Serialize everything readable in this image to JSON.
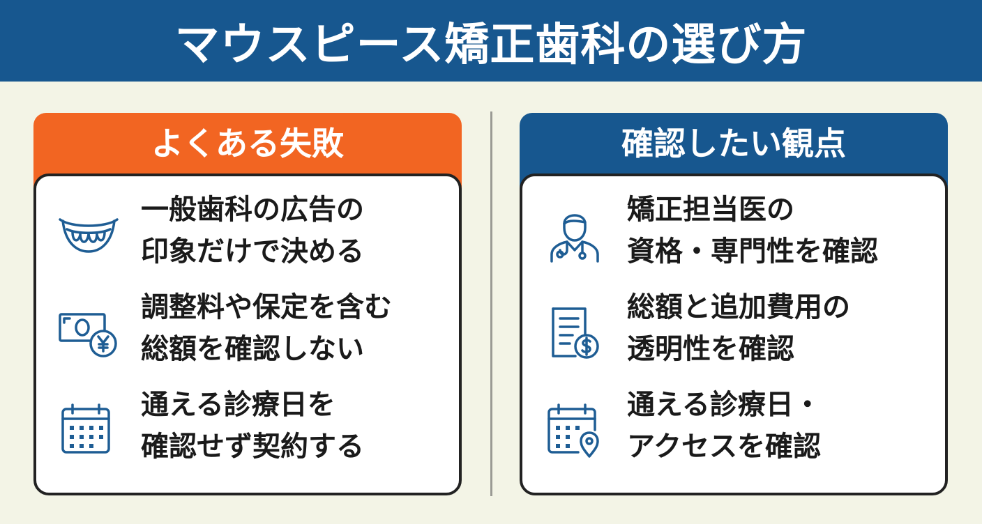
{
  "title": "マウスピース矯正歯科の選び方",
  "colors": {
    "title_bg": "#17578f",
    "accent_orange": "#f26522",
    "icon_blue": "#1e5d94",
    "background": "#f3f4e6"
  },
  "left": {
    "header": "よくある失敗",
    "items": [
      {
        "icon": "teeth-icon",
        "line1": "一般歯科の広告の",
        "line2": "印象だけで決める"
      },
      {
        "icon": "yen-money-icon",
        "line1": "調整料や保定を含む",
        "line2": "総額を確認しない"
      },
      {
        "icon": "calendar-icon",
        "line1": "通える診療日を",
        "line2": "確認せず契約する"
      }
    ]
  },
  "right": {
    "header": "確認したい観点",
    "items": [
      {
        "icon": "doctor-icon",
        "line1": "矯正担当医の",
        "line2": "資格・専門性を確認"
      },
      {
        "icon": "invoice-dollar-icon",
        "line1": "総額と追加費用の",
        "line2": "透明性を確認"
      },
      {
        "icon": "calendar-location-icon",
        "line1": "通える診療日・",
        "line2": "アクセスを確認"
      }
    ]
  }
}
